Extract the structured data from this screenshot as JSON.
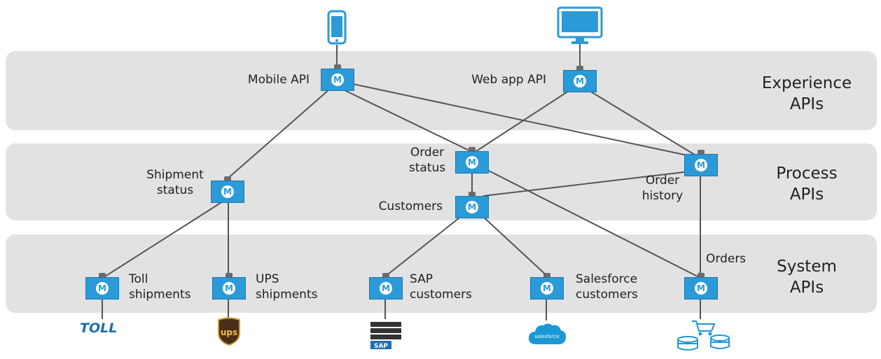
{
  "layers": {
    "experience": "Experience\nAPIs",
    "process": "Process\nAPIs",
    "system": "System\nAPIs"
  },
  "nodes": {
    "mobile_api": "Mobile API",
    "web_app_api": "Web app API",
    "shipment_status": "Shipment\nstatus",
    "order_status": "Order\nstatus",
    "order_history": "Order\nhistory",
    "customers": "Customers",
    "toll_shipments": "Toll\nshipments",
    "ups_shipments": "UPS\nshipments",
    "sap_customers": "SAP\ncustomers",
    "salesforce_customers": "Salesforce\ncustomers",
    "orders": "Orders"
  },
  "logos": {
    "toll": "TOLL",
    "ups": "ups",
    "sap": "SAP",
    "salesforce": "salesforce"
  },
  "colors": {
    "node_blue": "#2a9ad8",
    "band_gray": "#e2e2e2",
    "wire_gray": "#555555"
  }
}
